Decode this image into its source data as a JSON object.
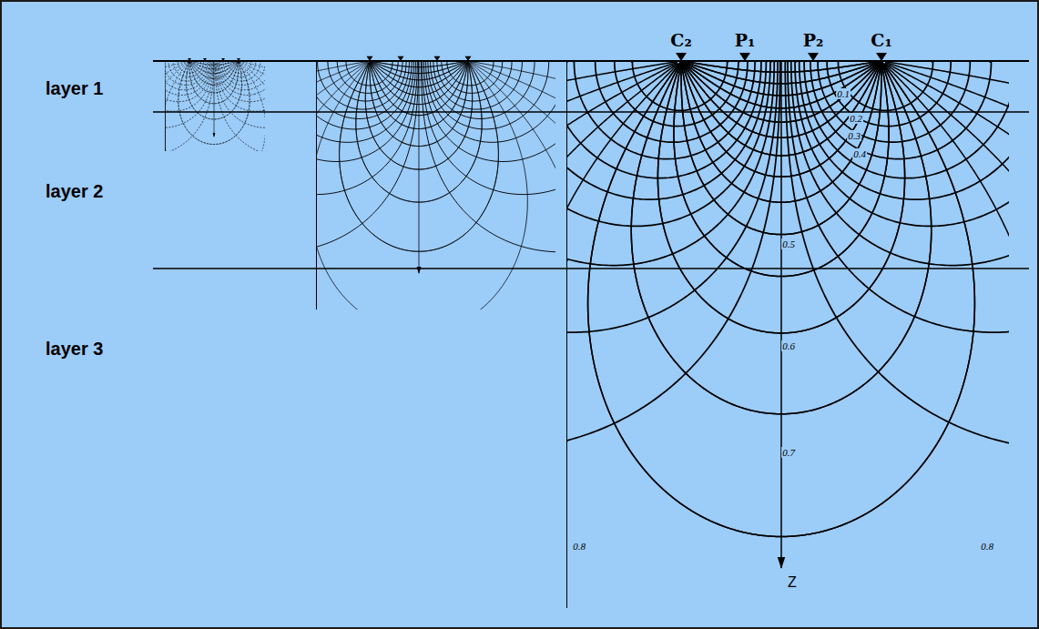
{
  "diagram": {
    "labels": [
      "layer 1",
      "layer 2",
      "layer 3",
      "C₂",
      "P₁",
      "P₂",
      "C₁",
      "0.1",
      "0.2",
      "0.3",
      "0.4",
      "0.5",
      "0.6",
      "0.7",
      "0.8",
      "0.8",
      "Z"
    ]
  }
}
